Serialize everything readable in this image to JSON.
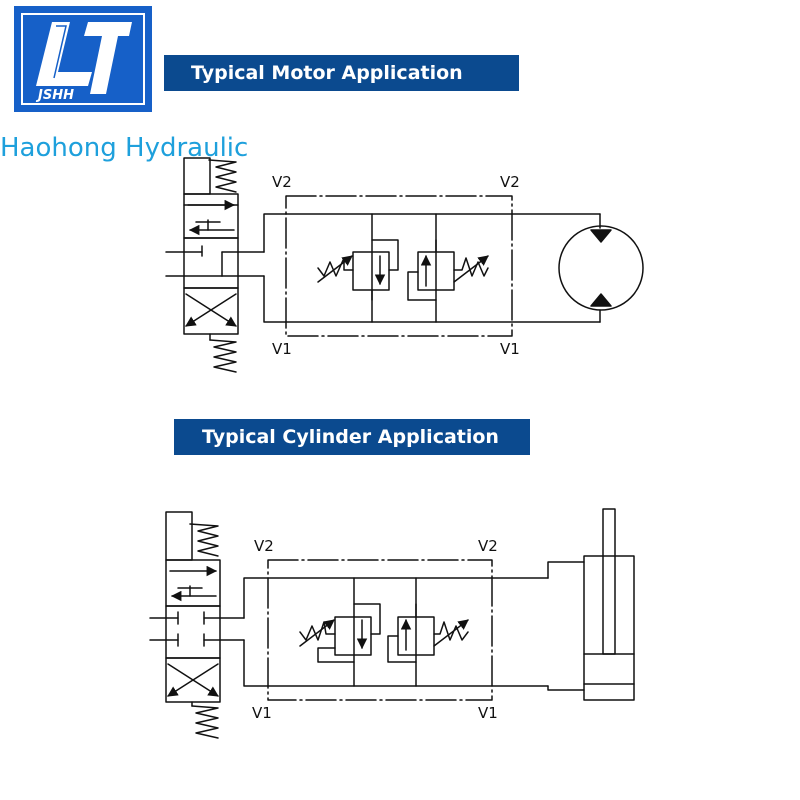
{
  "logo": {
    "text": "JSHH",
    "bg_color": "#1660c8"
  },
  "brand_name": "Haohong Hydraulic",
  "colors": {
    "banner_bg": "#0b4a8f",
    "brand_text": "#1ea0dc",
    "line": "#111111"
  },
  "motor_section": {
    "title": "Typical Motor Application",
    "ports": {
      "top_left": "V2",
      "top_right": "V2",
      "bottom_left": "V1",
      "bottom_right": "V1"
    }
  },
  "cylinder_section": {
    "title": "Typical Cylinder Application",
    "ports": {
      "top_left": "V2",
      "top_right": "V2",
      "bottom_left": "V1",
      "bottom_right": "V1"
    }
  }
}
